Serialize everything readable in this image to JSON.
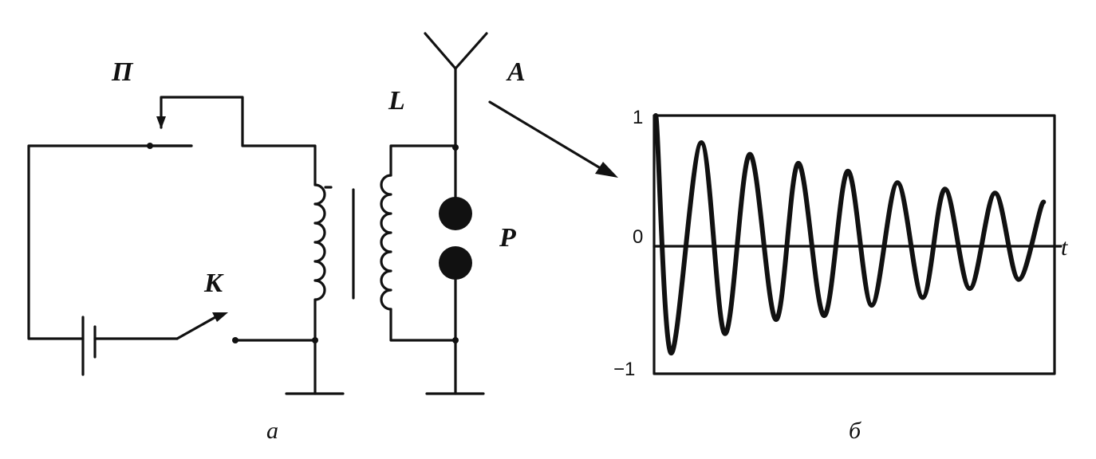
{
  "labels": {
    "interrupter": "П",
    "key": "К",
    "inductor": "L",
    "antenna": "А",
    "spark_gap": "Р",
    "part_a": "а",
    "part_b": "б"
  },
  "chart_data": {
    "type": "line",
    "title": "",
    "xlabel": "t",
    "ylabel": "",
    "xlim": [
      0,
      8.15
    ],
    "ylim": [
      -1,
      1
    ],
    "y_ticks": [
      "1",
      "0",
      "−1"
    ],
    "grid": false,
    "series": [
      {
        "x": [
          0.0,
          0.32,
          0.94,
          1.43,
          1.94,
          2.48,
          2.94,
          3.47,
          3.96,
          4.45,
          4.98,
          5.5,
          5.96,
          6.47,
          6.99,
          7.48,
          7.99
        ],
        "y": [
          1.0,
          -0.84,
          0.79,
          -0.69,
          0.7,
          -0.58,
          0.63,
          -0.55,
          0.57,
          -0.47,
          0.48,
          -0.41,
          0.43,
          -0.34,
          0.4,
          -0.27,
          0.33
        ]
      }
    ]
  }
}
